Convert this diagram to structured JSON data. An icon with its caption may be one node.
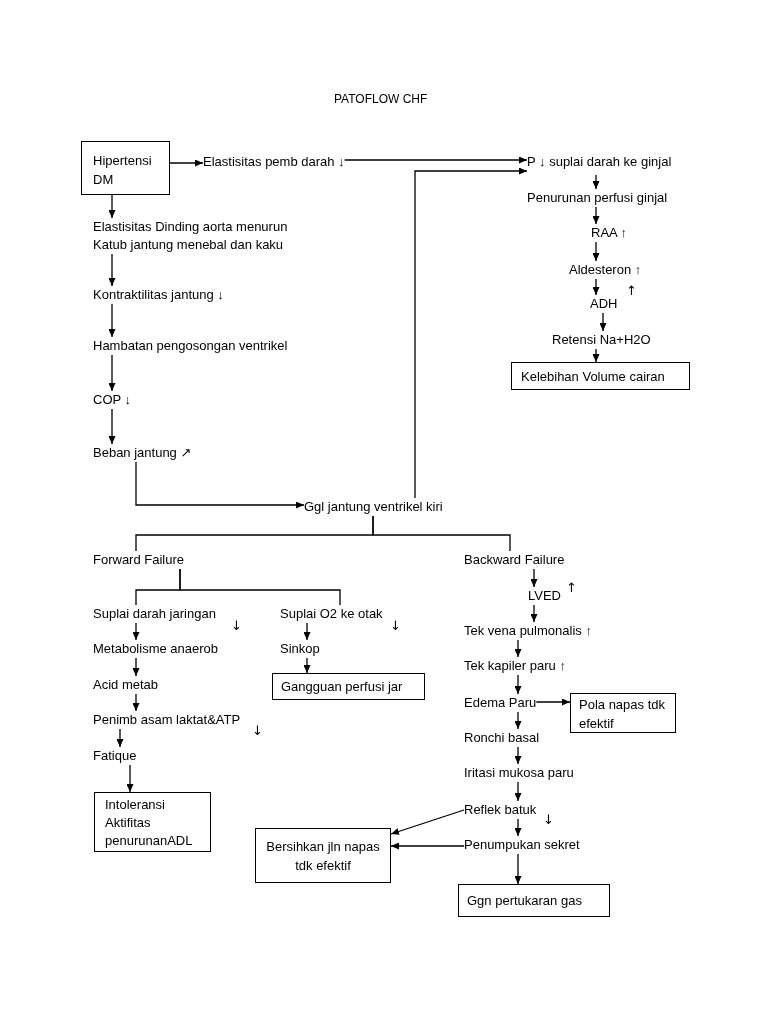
{
  "diagram": {
    "title": "PATOFLOW CHF",
    "nodes": [
      {
        "text": [
          "Hipertensi DM"
        ]
      },
      {
        "text": [
          "Elastisitas pemb darah ↓"
        ]
      },
      {
        "text": [
          "P ↓ suplai darah ke ginjal"
        ]
      },
      {
        "text": [
          "Penurunan perfusi ginjal"
        ]
      },
      {
        "text": [
          "Elastisitas Dinding aorta menurun",
          "Katub jantung menebal dan kaku"
        ]
      },
      {
        "text": [
          "RAA ↑"
        ]
      },
      {
        "text": [
          "Aldesteron ↑"
        ]
      },
      {
        "text": [
          "Kontraktilitas jantung ↓"
        ]
      },
      {
        "text": [
          "ADH"
        ],
        "beside": [
          "↑"
        ]
      },
      {
        "text": [
          "Retensi Na+H2O"
        ]
      },
      {
        "text": [
          "Hambatan pengosongan ventrikel"
        ]
      },
      {
        "text": [
          "Kelebihan Volume cairan"
        ]
      },
      {
        "text": [
          "COP ↓"
        ]
      },
      {
        "text": [
          "Beban jantung ↗"
        ]
      },
      {
        "text": [
          "Ggl jantung ventrikel kiri"
        ]
      },
      {
        "text": [
          "Forward Failure"
        ]
      },
      {
        "text": [
          "Backward Failure"
        ]
      },
      {
        "text": [
          "LVED"
        ],
        "beside": [
          "↑"
        ]
      },
      {
        "text": [
          "Suplai darah jaringan"
        ],
        "beside": [
          "↓"
        ]
      },
      {
        "text": [
          "Suplai O2 ke otak"
        ],
        "beside": [
          "↓"
        ]
      },
      {
        "text": [
          "Tek vena pulmonalis ↑"
        ]
      },
      {
        "text": [
          "Metabolisme anaerob"
        ]
      },
      {
        "text": [
          "Sinkop"
        ]
      },
      {
        "text": [
          "Tek kapiler paru ↑"
        ]
      },
      {
        "text": [
          "Acid metab"
        ]
      },
      {
        "text": [
          "Gangguan perfusi jar"
        ]
      },
      {
        "text": [
          "Edema Paru"
        ]
      },
      {
        "text": [
          "Pola napas tdk efektif"
        ]
      },
      {
        "text": [
          "Penimb asam laktat&ATP"
        ],
        "beside": [
          "↓"
        ]
      },
      {
        "text": [
          "Ronchi basal"
        ]
      },
      {
        "text": [
          "Fatique"
        ]
      },
      {
        "text": [
          "Iritasi mukosa paru"
        ]
      },
      {
        "text": [
          "Intoleransi Aktifitas penurunanADL"
        ]
      },
      {
        "text": [
          "Reflek batuk"
        ],
        "beside": [
          "↓"
        ]
      },
      {
        "text": [
          "Bersihkan jln napas tdk efektif"
        ]
      },
      {
        "text": [
          "Penumpukan sekret"
        ]
      },
      {
        "text": [
          "Ggn pertukaran gas"
        ]
      }
    ],
    "edges": [
      {
        "from": 0,
        "to": 1,
        "arrow": "to"
      },
      {
        "from": 0,
        "to": 4,
        "arrow": "to"
      },
      {
        "from": 1,
        "to": 2,
        "arrow": "to"
      },
      {
        "from": 14,
        "to": 2,
        "arrow": "to"
      },
      {
        "from": 4,
        "to": 7,
        "arrow": "to"
      },
      {
        "from": 7,
        "to": 10,
        "arrow": "to"
      },
      {
        "from": 10,
        "to": 12,
        "arrow": "to"
      },
      {
        "from": 12,
        "to": 13,
        "arrow": "to"
      },
      {
        "from": 13,
        "to": 14,
        "arrow": "to"
      },
      {
        "from": 2,
        "to": 3,
        "arrow": "to"
      },
      {
        "from": 3,
        "to": 5,
        "arrow": "to"
      },
      {
        "from": 5,
        "to": 6,
        "arrow": "to"
      },
      {
        "from": 6,
        "to": 8,
        "arrow": "to"
      },
      {
        "from": 8,
        "to": 9,
        "arrow": "to"
      },
      {
        "from": 9,
        "to": 11,
        "arrow": "to"
      },
      {
        "from": 14,
        "to": 15,
        "arrow": "none"
      },
      {
        "from": 14,
        "to": 16,
        "arrow": "none"
      },
      {
        "from": 15,
        "to": 18,
        "arrow": "none"
      },
      {
        "from": 15,
        "to": 19,
        "arrow": "none"
      },
      {
        "from": 16,
        "to": 17,
        "arrow": "to"
      },
      {
        "from": 17,
        "to": 20,
        "arrow": "to"
      },
      {
        "from": 20,
        "to": 23,
        "arrow": "to"
      },
      {
        "from": 23,
        "to": 26,
        "arrow": "to"
      },
      {
        "from": 26,
        "to": 27,
        "arrow": "to"
      },
      {
        "from": 26,
        "to": 29,
        "arrow": "to"
      },
      {
        "from": 29,
        "to": 31,
        "arrow": "to"
      },
      {
        "from": 31,
        "to": 33,
        "arrow": "to"
      },
      {
        "from": 33,
        "to": 34,
        "arrow": "to"
      },
      {
        "from": 33,
        "to": 35,
        "arrow": "to"
      },
      {
        "from": 35,
        "to": 34,
        "arrow": "to"
      },
      {
        "from": 35,
        "to": 36,
        "arrow": "to"
      },
      {
        "from": 18,
        "to": 21,
        "arrow": "to"
      },
      {
        "from": 21,
        "to": 24,
        "arrow": "to"
      },
      {
        "from": 24,
        "to": 28,
        "arrow": "to"
      },
      {
        "from": 28,
        "to": 30,
        "arrow": "to"
      },
      {
        "from": 30,
        "to": 32,
        "arrow": "to"
      },
      {
        "from": 19,
        "to": 22,
        "arrow": "to"
      },
      {
        "from": 22,
        "to": 25,
        "arrow": "to"
      }
    ]
  }
}
